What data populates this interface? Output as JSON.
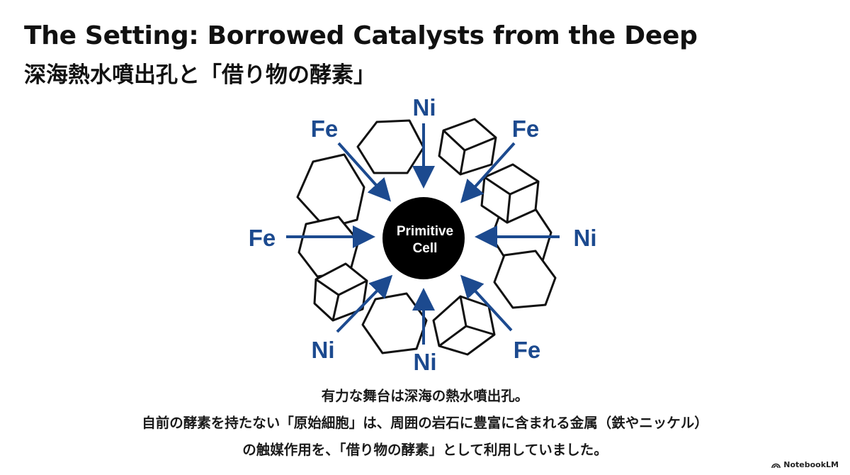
{
  "header": {
    "title": "The Setting: Borrowed Catalysts from the Deep",
    "subtitle": "深海熱水噴出孔と「借り物の酵素」"
  },
  "diagram": {
    "center_label_line1": "Primitive",
    "center_label_line2": "Cell",
    "labels": {
      "ni_top": "Ni",
      "fe_top_left": "Fe",
      "fe_top_right": "Fe",
      "fe_left": "Fe",
      "ni_right": "Ni",
      "ni_bottom_left": "Ni",
      "ni_bottom": "Ni",
      "fe_bottom_right": "Fe"
    },
    "colors": {
      "arrow": "#1c4a8f",
      "cell": "#000000",
      "rock_stroke": "#111111"
    }
  },
  "caption": {
    "line1": "有力な舞台は深海の熱水噴出孔。",
    "line2": "自前の酵素を持たない「原始細胞」は、周囲の岩石に豊富に含まれる金属（鉄やニッケル）",
    "line3": "の触媒作用を、「借り物の酵素」として利用していました。"
  },
  "brand": {
    "name": "NotebookLM",
    "icon": "notebooklm-logo-icon"
  }
}
